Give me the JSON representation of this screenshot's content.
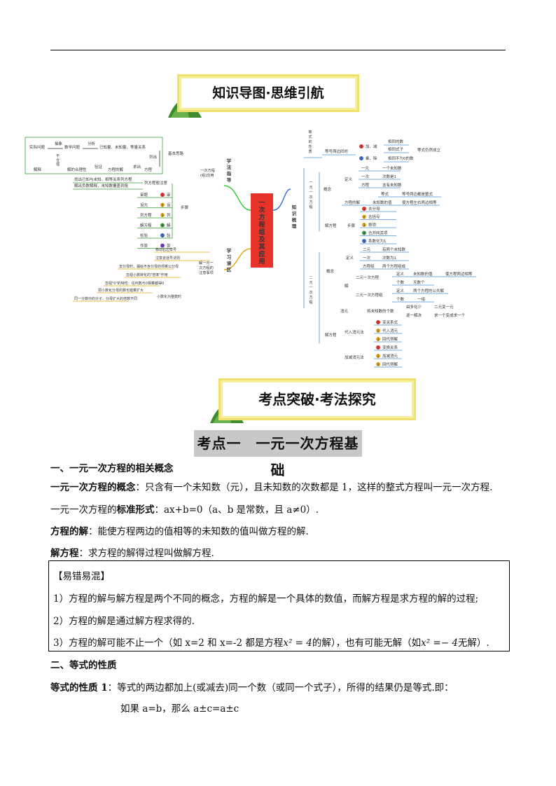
{
  "banner_top": "知识导图·思维引航",
  "banner_mid": "考点突破·考法探究",
  "mindmap": {
    "center": [
      "一",
      "次",
      "方",
      "程",
      "组",
      "及",
      "其",
      "应",
      "用"
    ],
    "left_branch_1": [
      "学",
      "法",
      "指",
      "导"
    ],
    "left_branch_2": [
      "学",
      "习",
      "误",
      "区"
    ],
    "right_branch": [
      "知",
      "识",
      "梳",
      "理"
    ],
    "flow": {
      "n1": "实际问题",
      "n2": "数学问题",
      "n3": "已知量、未知量、等量关系",
      "n4": "解释",
      "n5": "解的合理性",
      "n6": "方程的解",
      "n7": "方程",
      "e1": "抽象",
      "e2": "分析",
      "e3": "列出",
      "e4": "不合理",
      "e5": "验证",
      "e6": "求出",
      "basic": "基本思路"
    },
    "yici_label": "一次方程(组)应用",
    "steps_label": "步骤",
    "steps_notes": [
      "找出已知与未知，相等关系列方程",
      "解出负数解释，未知数覆盖到租"
    ],
    "steps_notes_tag": "列方程般注意",
    "steps": [
      {
        "k": "审题",
        "n": "1",
        "v": "审"
      },
      {
        "k": "设元",
        "n": "2",
        "v": "设"
      },
      {
        "k": "列方程",
        "n": "3",
        "v": "列"
      },
      {
        "k": "解方程",
        "n": "4",
        "v": "解"
      },
      {
        "k": "检验",
        "n": "5",
        "v": "验"
      },
      {
        "k": "作答",
        "n": "6",
        "v": "答"
      }
    ],
    "errors_label": "解一元一次方程的注意事项",
    "errors": [
      "移动右边变号",
      "注意去括号法则",
      "去分母时，漏给不含分母的项乘公分母",
      "忽视小数转化的\"倍率\"作用",
      "忽视\"0\"的特性：任何数与0相乘都得0",
      "把小数化分母的数也错乘扩大",
      "同一分数中的分子、分母扩大的倍数不同"
    ],
    "errors_tag": "小数化为整数时",
    "equality_label": "等式的性质",
    "equality_sub": "等号两边同时",
    "equality_items": [
      {
        "n": "1",
        "op": "加、减",
        "r": [
          "相同的数",
          "相同式子"
        ]
      },
      {
        "n": "2",
        "op": "乘、除",
        "r": [
          "相同不为0的数"
        ]
      }
    ],
    "equality_result": "等式仍然成立",
    "yiyuan_label": "一元一次方程",
    "concept_label": "概念",
    "def_label": "定义",
    "def_items": [
      {
        "k": "一元",
        "v": "一个未知数"
      },
      {
        "k": "一次",
        "v": "次数是1"
      },
      {
        "k": "方程",
        "v": "含有未知数"
      }
    ],
    "def_eq": {
      "k": "等式",
      "v": "等号两边都是整式"
    },
    "sol_def": {
      "k": "方程的解",
      "a": "未知数的值",
      "b": "使方程左右两边相等"
    },
    "solve_label": "解方程",
    "solve_step": "步骤",
    "solve_steps": [
      {
        "n": "1",
        "v": "去分母"
      },
      {
        "n": "2",
        "v": "去括号"
      },
      {
        "n": "3",
        "v": "移项"
      },
      {
        "n": "4",
        "v": "合并同类项"
      },
      {
        "n": "5",
        "v": "系数化为1"
      }
    ],
    "eryuan_label": "二元一次方程",
    "er_concept": "概念",
    "er_def": "定义",
    "er_def_items": [
      {
        "k": "二元",
        "v": "有两个未知数"
      },
      {
        "k": "一次",
        "v": "次数为1"
      },
      {
        "k": "方程组",
        "v": "两个方程组成"
      }
    ],
    "er_sol": "解",
    "er_sol_items": [
      {
        "k": "二元一次方程",
        "a": "定义",
        "b": "未知数的值",
        "c": "使方程两边相等"
      },
      {
        "k": "",
        "a": "个数",
        "b": "无数个"
      },
      {
        "k": "二元一次方程组",
        "a": "定义",
        "b": "两个方程的公共解"
      },
      {
        "k": "",
        "a": "个数",
        "b": "一组"
      }
    ],
    "er_solve": "解方程",
    "xiao_yuan": "消元",
    "xiao_note": "将未知数的个数",
    "xiao_chain": [
      "由多化少",
      "二元变一元",
      "逐一解决",
      "求一个变成求一个"
    ],
    "dairu": "代入消元法",
    "dairu_steps": [
      {
        "n": "1",
        "v": "变关系式"
      },
      {
        "n": "2",
        "v": "代入消元"
      },
      {
        "n": "3",
        "v": "回代得解"
      }
    ],
    "jiajian": "加减消元法",
    "jiajian_steps": [
      {
        "n": "1",
        "v": "变换关系"
      },
      {
        "n": "2",
        "v": "加减消元"
      },
      {
        "n": "3",
        "v": "回代得解"
      }
    ]
  },
  "kaodian_title": "考点一　一元一次方程基础",
  "sec1_title": "一、一元一次方程的相关概念",
  "p1_bold": "一元一次方程的概念",
  "p1_text": "：只含有一个未知数（元），且未知数的次数都是 1，这样的整式方程叫一元一次方程.",
  "p2_a": "一元一次方程的",
  "p2_bold": "标准形式",
  "p2_b": "：ax+b=0（a、b 是常数，且 a≠0）.",
  "p3_bold": "方程的解",
  "p3_text": "：能使方程两边的值相等的未知数的值叫做方程的解.",
  "p4_bold": "解方程",
  "p4_text": "：求方程的解得过程叫做解方程.",
  "box_title": "【易错易混】",
  "box_1": "1）方程的解与解方程是两个不同的概念，方程的解是一个具体的数值，而解方程是求方程的解的过程;",
  "box_2": "2）方程的解是通过解方程求得的.",
  "box_3a": "3）方程的解可能不止一个（如 x=2 和 x=-2 都是方程",
  "box_3b": "x² = 4",
  "box_3c": "的解），也有可能无解（如",
  "box_3d": "x² =− 4",
  "box_3e": "无解）.",
  "sec2_title": "二、等式的性质",
  "p5_bold": "等式的性质 1",
  "p5_text": "：等式的两边都加上(或减去)同一个数（或同一个式子），所得的结果仍是等式.即：",
  "p6": "如果 a=b，那么 a±c=a±c"
}
